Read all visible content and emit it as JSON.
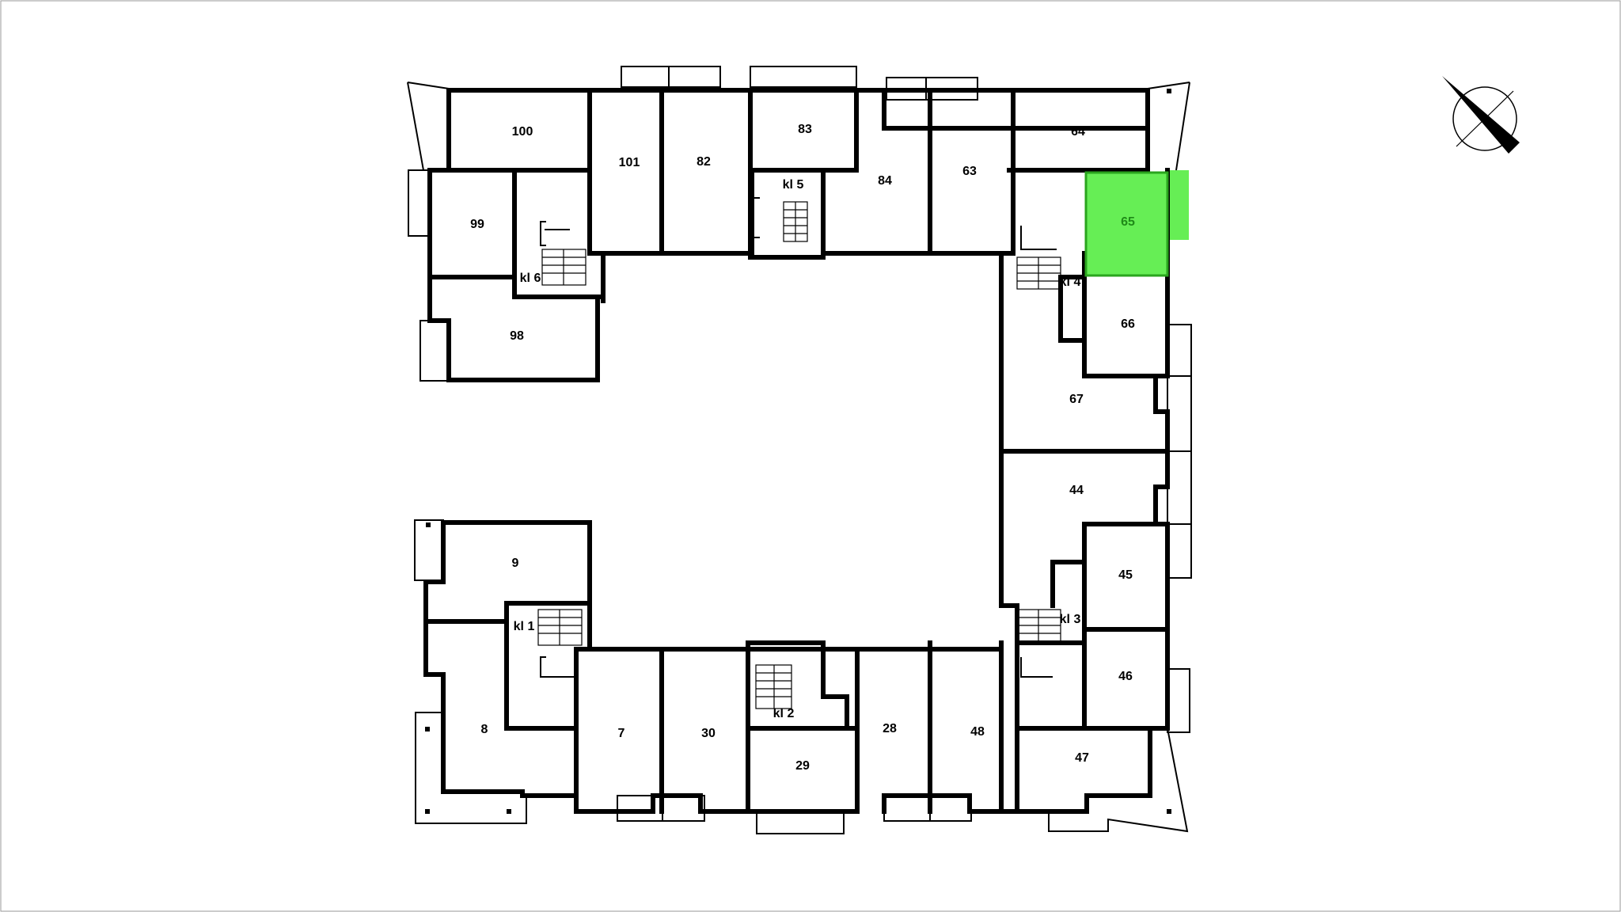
{
  "floorplan": {
    "selected_unit": "65",
    "highlight_color": "#66ee55",
    "units": [
      {
        "id": "100",
        "label": "100"
      },
      {
        "id": "101",
        "label": "101"
      },
      {
        "id": "82",
        "label": "82"
      },
      {
        "id": "83",
        "label": "83"
      },
      {
        "id": "84",
        "label": "84"
      },
      {
        "id": "63",
        "label": "63"
      },
      {
        "id": "64",
        "label": "64"
      },
      {
        "id": "65",
        "label": "65"
      },
      {
        "id": "99",
        "label": "99"
      },
      {
        "id": "98",
        "label": "98"
      },
      {
        "id": "66",
        "label": "66"
      },
      {
        "id": "67",
        "label": "67"
      },
      {
        "id": "44",
        "label": "44"
      },
      {
        "id": "45",
        "label": "45"
      },
      {
        "id": "46",
        "label": "46"
      },
      {
        "id": "47",
        "label": "47"
      },
      {
        "id": "48",
        "label": "48"
      },
      {
        "id": "28",
        "label": "28"
      },
      {
        "id": "29",
        "label": "29"
      },
      {
        "id": "30",
        "label": "30"
      },
      {
        "id": "7",
        "label": "7"
      },
      {
        "id": "8",
        "label": "8"
      },
      {
        "id": "9",
        "label": "9"
      }
    ],
    "stairwells": [
      {
        "id": "kl1",
        "label": "kl 1"
      },
      {
        "id": "kl2",
        "label": "kl 2"
      },
      {
        "id": "kl3",
        "label": "kl 3"
      },
      {
        "id": "kl4",
        "label": "kl 4"
      },
      {
        "id": "kl5",
        "label": "kl 5"
      },
      {
        "id": "kl6",
        "label": "kl 6"
      }
    ],
    "compass_icon": "north-arrow-icon"
  }
}
